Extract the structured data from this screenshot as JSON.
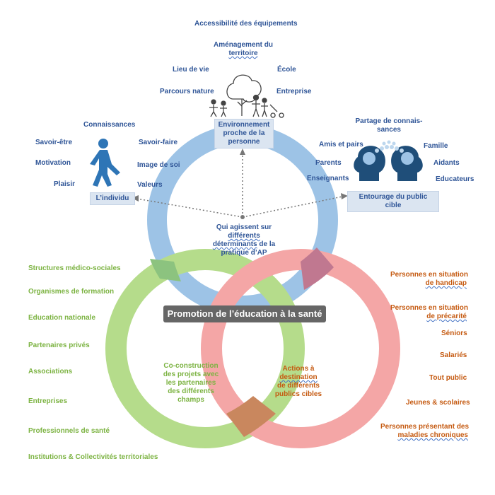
{
  "title": "Promotion de l’éducation à la santé",
  "center_text": {
    "line1": "Qui agissent sur",
    "line2": "différents",
    "line3a": "déterminants",
    "line3b": " de la",
    "line4": "pratique d’AP"
  },
  "individual": {
    "box": "L’individu",
    "factors": [
      "Connaissances",
      "Savoir-être",
      "Savoir-faire",
      "Motivation",
      "Image de soi",
      "Plaisir",
      "Valeurs"
    ]
  },
  "environment": {
    "box": [
      "Environnement",
      "proche de la",
      "personne"
    ],
    "factors": [
      "Accessibilité des équipements",
      "Aménagement du",
      "territoire",
      "Lieu de vie",
      "École",
      "Parcours nature",
      "Entreprise"
    ]
  },
  "entourage": {
    "box": "Entourage du public cible",
    "factors": [
      "Partage de connais-",
      "sances",
      "Amis et pairs",
      "Famille",
      "Parents",
      "Aidants",
      "Enseignants",
      "Educateurs"
    ]
  },
  "partners": {
    "center": [
      "Co-construction",
      "des projets avec",
      "les partenaires",
      "des différents",
      "champs"
    ],
    "items": [
      "Structures médico-sociales",
      "Organismes de formation",
      "Education nationale",
      "Partenaires privés",
      "Associations",
      "Entreprises",
      "Professionnels de santé",
      "Institutions & Collectivités territoriales"
    ]
  },
  "publics": {
    "center": [
      "Actions à",
      "destination",
      "de différents",
      "publics cibles"
    ],
    "items": [
      [
        "Personnes en situation",
        "de handicap"
      ],
      [
        "Personnes en situation",
        "de précarité"
      ],
      [
        "Séniors"
      ],
      [
        "Salariés"
      ],
      [
        "Tout public"
      ],
      [
        "Jeunes & scolaires"
      ],
      [
        "Personnes présentant des",
        "maladies chroniques"
      ]
    ]
  },
  "colors": {
    "blue_ring": "#9dc3e6",
    "green_ring": "#b5dc8b",
    "red_ring": "#f4a6a6",
    "blue_green_overlap": "#8cc37f",
    "blue_red_overlap": "#c07890",
    "green_red_overlap": "#c9875e",
    "icon_blue": "#2e75b6"
  },
  "icons": [
    "walking-person-icon",
    "family-tree-icon",
    "heads-sharing-icon"
  ]
}
